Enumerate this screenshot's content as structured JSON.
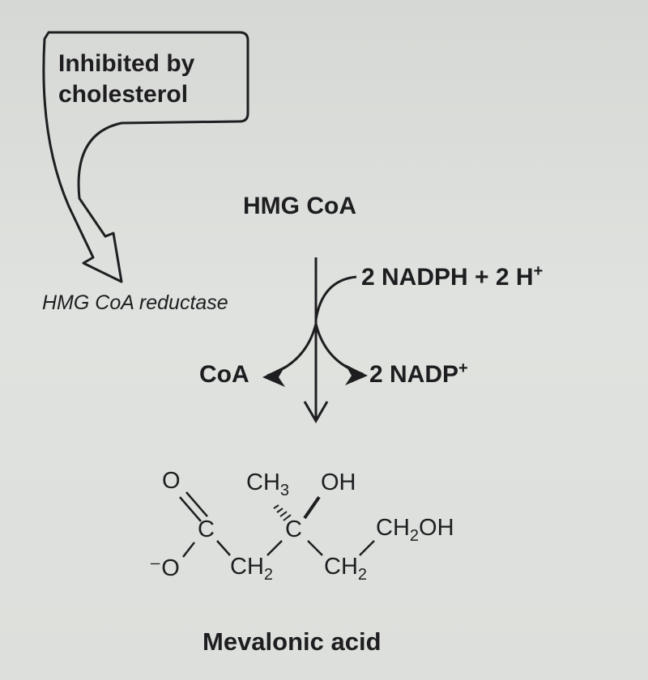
{
  "callout": {
    "line1": "Inhibited by",
    "line2": "cholesterol"
  },
  "pathway": {
    "substrate": "HMG CoA",
    "enzyme": "HMG CoA reductase",
    "cofactor_in": "2 NADPH + 2 H",
    "cofactor_in_sup": "+",
    "byproduct_left": "CoA",
    "byproduct_right": "2 NADP",
    "byproduct_right_sup": "+",
    "product": "Mevalonic acid"
  },
  "structure": {
    "o_top": "O",
    "c1": "C",
    "o_minus": "⁻O",
    "c3": "C",
    "ch3": "CH",
    "ch3_sub": "3",
    "oh": "OH",
    "ch2_a": "CH",
    "ch2_a_sub": "2",
    "ch2_b": "CH",
    "ch2_b_sub": "2",
    "ch2oh_pre": "CH",
    "ch2oh_sub": "2",
    "ch2oh_post": "OH"
  }
}
